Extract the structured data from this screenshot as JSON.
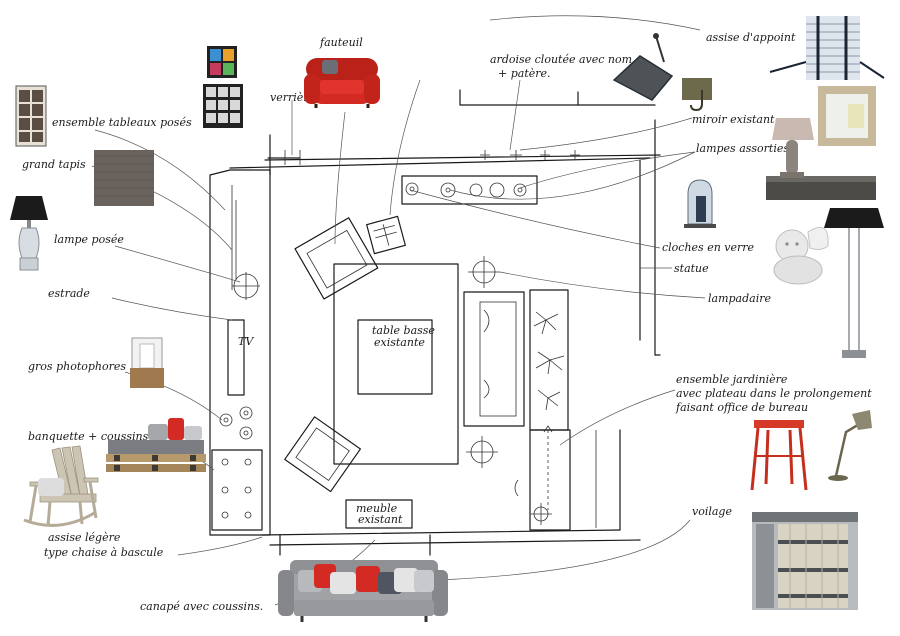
{
  "labels": {
    "fauteuil": "fauteuil",
    "verriere": "verrière",
    "ardoise": "ardoise cloutée avec nom",
    "ardoise2": "+ patère.",
    "assise_appoint": "assise d'appoint",
    "miroir": "miroir existant",
    "lampes_assorties": "lampes assorties",
    "ensemble_tableaux": "ensemble tableaux posés",
    "grand_tapis": "grand tapis",
    "lampe_posee": "lampe posée",
    "estrade": "estrade",
    "gros_photophores": "gros photophores",
    "banquette": "banquette + coussins",
    "assise_legere": "assise légère",
    "chaise_bascule": "type chaise à bascule",
    "canape": "canapé avec coussins.",
    "cloches": "cloches en verre",
    "statue": "statue",
    "lampadaire": "lampadaire",
    "jardiniere1": "ensemble jardinière",
    "jardiniere2": "avec plateau dans le prolongement",
    "jardiniere3": "faisant office de bureau",
    "voilage": "voilage",
    "table_basse1": "table basse",
    "table_basse2": "existante",
    "meuble1": "meuble",
    "meuble2": "existant",
    "tv": "TV"
  },
  "colors": {
    "red": "#d32a23",
    "dark_red": "#9c1a16",
    "grey_sofa": "#8f9194",
    "slate": "#555a5e",
    "wood": "#a07a4e",
    "rug": "#6a625c",
    "lamp_black": "#1b1b1b"
  },
  "icons": [
    "armchair-photo",
    "slate-board-photo",
    "hook-photo",
    "magazine-stool-photo",
    "mirror-photo",
    "lamp-photo",
    "frames-photo",
    "rug-photo",
    "table-lamp-photo",
    "photophore-photo",
    "bench-photo",
    "rocking-chair-photo",
    "sofa-photo",
    "bell-jar-photo",
    "angel-statue-photo",
    "floor-lamp-photo",
    "red-stool-photo",
    "desk-lamp-photo",
    "curtain-photo"
  ]
}
